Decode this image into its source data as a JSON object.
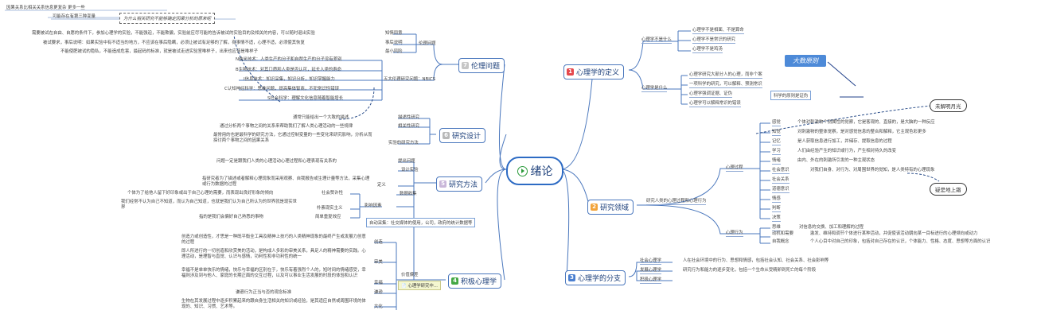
{
  "root": "绪论",
  "branches": {
    "b1": {
      "num": "1",
      "label": "心理学的定义",
      "color": "#e5484d"
    },
    "b2": {
      "num": "2",
      "label": "研究领域",
      "color": "#f2a33a"
    },
    "b3": {
      "num": "3",
      "label": "心理学的分支",
      "color": "#4a7fd0"
    },
    "b4": {
      "num": "4",
      "label": "积极心理学",
      "color": "#45a845"
    },
    "b5": {
      "num": "5",
      "label": "研究方法",
      "color": "#c9b7d9"
    },
    "b6": {
      "num": "6",
      "label": "研究设计",
      "color": "#b8b8b8"
    },
    "b7": {
      "num": "7",
      "label": "伦理问题",
      "color": "#c6c6c6"
    }
  },
  "def": {
    "not_label": "心理学不是什么",
    "not": [
      "心理学不是相面、不是算命",
      "心理学不是常识的研究",
      "心理学不是鸡汤"
    ],
    "is_label": "心理学是什么",
    "is": [
      "心理学研究大部分人的心理，而非个案",
      "一项科学的研究，可以解释、预测常识",
      "心理学强调证据、证伪",
      "心理学可以解释常识的错误"
    ],
    "badge": "大数原则",
    "evidence": "科学的原则是证伪"
  },
  "fields": {
    "stem": "研究人类的心理过程和心理行为",
    "proc_label": "心理过程",
    "proc": [
      {
        "k": "感觉",
        "v": "个体对刺激物个别属性的觉察，它是客观的、直接的，是大脑的一种反应"
      },
      {
        "k": "知觉",
        "v": "对刺激物的整体觉察，是对感觉信息的整合和解释，它主观色彩更多"
      },
      {
        "k": "记忆",
        "v": "是人获取信息进行加工，并储存、提取信息的过程"
      },
      {
        "k": "学习",
        "v": "人们由经验产生的知识或行为，产生相对持久的改变"
      },
      {
        "k": "情绪",
        "v": "由内、外在的刺激所引发的一种主观状态"
      },
      {
        "k": "社会意识",
        "v": "对我们自身、对行为、对周围世界的觉知，是人类特有的心理现象"
      },
      {
        "k": "社会关系",
        "v": ""
      },
      {
        "k": "道德意识",
        "v": ""
      },
      {
        "k": "情感",
        "v": ""
      },
      {
        "k": "判断",
        "v": ""
      },
      {
        "k": "决策",
        "v": ""
      },
      {
        "k": "思维",
        "v": "对信息的交换、加工和理解的过程"
      }
    ],
    "beh_label": "心理行为",
    "beh": [
      {
        "k": "动机和需要",
        "v": "激发、维持和调节个体进行某种活动，并促使该活动朝向某一目标进行的心理倾向或动力"
      },
      {
        "k": "自我概念",
        "v": "个人心目中对自己的印象，包括对自己存在的认识，个体能力、性格、态度、思想等方面的认识"
      }
    ],
    "cloud1": "未解明月光",
    "cloud2": "疑是地上霜"
  },
  "branch3": [
    {
      "k": "社会心理学",
      "v": "人在社会环境中的行为、思想和情感，包括社会认知、社会关系、社会影响等"
    },
    {
      "k": "发展心理学",
      "v": "研究行为和能力的逐步变化，包括一个生命从受精卵到死亡的每个阶段"
    },
    {
      "k": "积极心理学",
      "v": ""
    }
  ],
  "positive": {
    "label": "价值偏差",
    "note": "心理学研究中...",
    "items": [
      {
        "k": "创造",
        "v": "创造力或创造性，才思是一种既平衡全工具及精神上技巧的人类精神现象的最终产生或发展力创意的过程"
      },
      {
        "k": "审美",
        "v": "即人所进行的一切创造和欣赏美的活动，是构成人多彩的审美关系，具足人的精神需要的实践。心理活动，是理智与直觉、认识与感情，功利性和非功利性的统一"
      },
      {
        "k": "幸福",
        "v": "幸福不是单单快乐的情绪，快乐与幸福的区别在于，快乐有着强烈个人的，短时间的情绪感受，幸福则涉及到与他人、家庭的长期正面的交互过程，以及可以事业生活发展的时段的体验和认识"
      },
      {
        "k": "谦逊",
        "v": "谦遜行为正当与否的观念标准"
      },
      {
        "k": "文化",
        "v": "生物在其发展过程中逐步积累起来的跟自身生活相关的知识或经验，是其适应自然或周围环境的体现的、知识、习惯、艺术等。"
      }
    ]
  },
  "methods": {
    "q_label": "提出问题",
    "q": "问题一定是跟我们人类的心理活动心理过程和心理表现有关系的",
    "exp": "设计实验",
    "def_label": "定义",
    "def_text": "指研究者为了描述或者解释心理现象而采用观察、自我报告或生理计量等方法，采集心理或行为数据的过程",
    "data_label": "数据收集",
    "infl_label": "影响因素",
    "infl": [
      {
        "k": "社会赞许性",
        "v": "个体为了给他人留下好印象或出于自己心理的需要，而表现出良好形象的倾向"
      },
      {
        "k": "朴素现实主义",
        "v": "我们经常不认为自己不知道，而认为自己知道，也就是我们认为自己所认为的世界就是现实世界"
      },
      {
        "k": "简单重复效应",
        "v": "指的是我们会偏好自己熟悉的事物"
      }
    ],
    "auto": "自动采集：社交媒体的使用，公司，政府的统计数据等"
  },
  "design": {
    "items": [
      {
        "k": "描述性研究",
        "v": "通常只能给出一个大致的描述"
      },
      {
        "k": "相关性研究",
        "v": "通过分析两个事物之间的关系来帮助我们了解人类心理活动的一些规律"
      },
      {
        "k": "实验的研究方法",
        "v": "最常用的也是最科学的研究方法，它通过控制变量的一些变化来研究影响，分析从而探讨两个事物之间的因果关系"
      }
    ]
  },
  "ethics": {
    "label": "伦理问题",
    "q": [
      {
        "k": "知情同意",
        "v": "需要被试在自由、自愿的条件下，参加心理学的实验，不能强迫，不能欺骗，实验前应尽可能的告诉被试的实验目的及相关的内容，可以随时退出实验"
      },
      {
        "k": "事后说明",
        "v": "被试要求，事后说明：如果实验中有不适当的地方，不应该在事后隐瞒，必须让被试有足够的了解，有事情不适，心理不适，必须使其恢复"
      },
      {
        "k": "最小风险",
        "v": "不能使肥被试的隐私，不能造成危害，最起码的标准，就是被试走进实验室唯样子，出来也应该是唯样子"
      }
    ],
    "nbics_label": "五大伦理研究问题：NBICS",
    "nbics": [
      "N纳米技术：人类生产的分子和自然生产的分子没有差别",
      "B生物技术：对其口质和人类是否认可，延长人类的寿命",
      "I信息技术：知识采集，知识分析，知识掌握能力",
      "C认知神经科学：思维问题，提高集体智商，不犯常识性错误",
      "S社会科学：理解文化信息随着智能增长"
    ],
    "callout": "为什么相关研究不能够确定因果分析的原来呢",
    "top1": "因果关系比相关关系信息更复杂 更多一些",
    "top2": "可能存在有第三种变量"
  }
}
